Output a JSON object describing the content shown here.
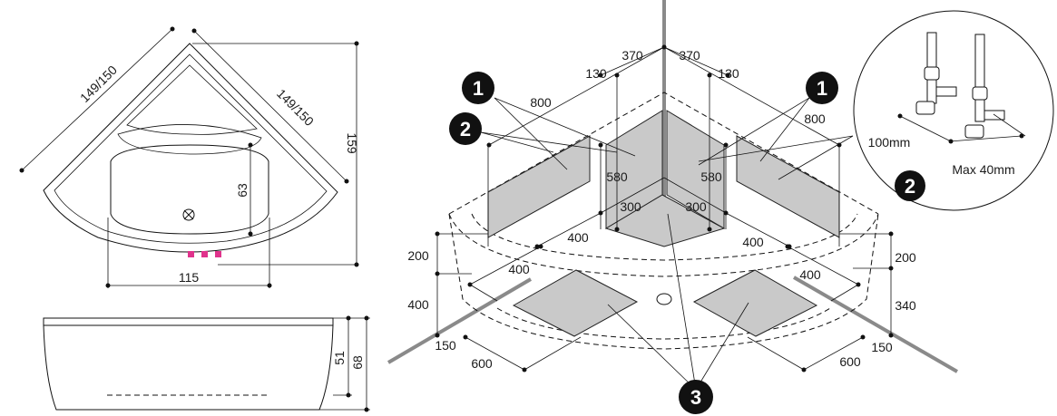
{
  "top_view": {
    "dim_diagonal_left": "149/150",
    "dim_diagonal_right": "149/150",
    "dim_height": "159",
    "dim_basin_depth": "63",
    "dim_width": "115",
    "accent_color": "#e0338c"
  },
  "side_view": {
    "dim_inner": "51",
    "dim_outer": "68"
  },
  "install": {
    "d_370_left": "370",
    "d_370_right": "370",
    "d_130_left": "130",
    "d_130_right": "130",
    "d_800_left": "800",
    "d_800_right": "800",
    "d_580_left": "580",
    "d_580_right": "580",
    "d_300_left": "300",
    "d_300_right": "300",
    "d_400_mid_left": "400",
    "d_400_mid_right": "400",
    "d_400_low_left": "400",
    "d_400_low_right": "400",
    "d_200_left": "200",
    "d_200_right": "200",
    "d_400_side": "400",
    "d_340_side": "340",
    "d_150_left": "150",
    "d_150_right": "150",
    "d_600_left": "600",
    "d_600_right": "600",
    "badge_1": "1",
    "badge_2": "2",
    "badge_3": "3",
    "panel_color": "#c9c9c9"
  },
  "detail": {
    "label_100mm": "100mm",
    "label_max40": "Max 40mm",
    "badge_2": "2"
  }
}
